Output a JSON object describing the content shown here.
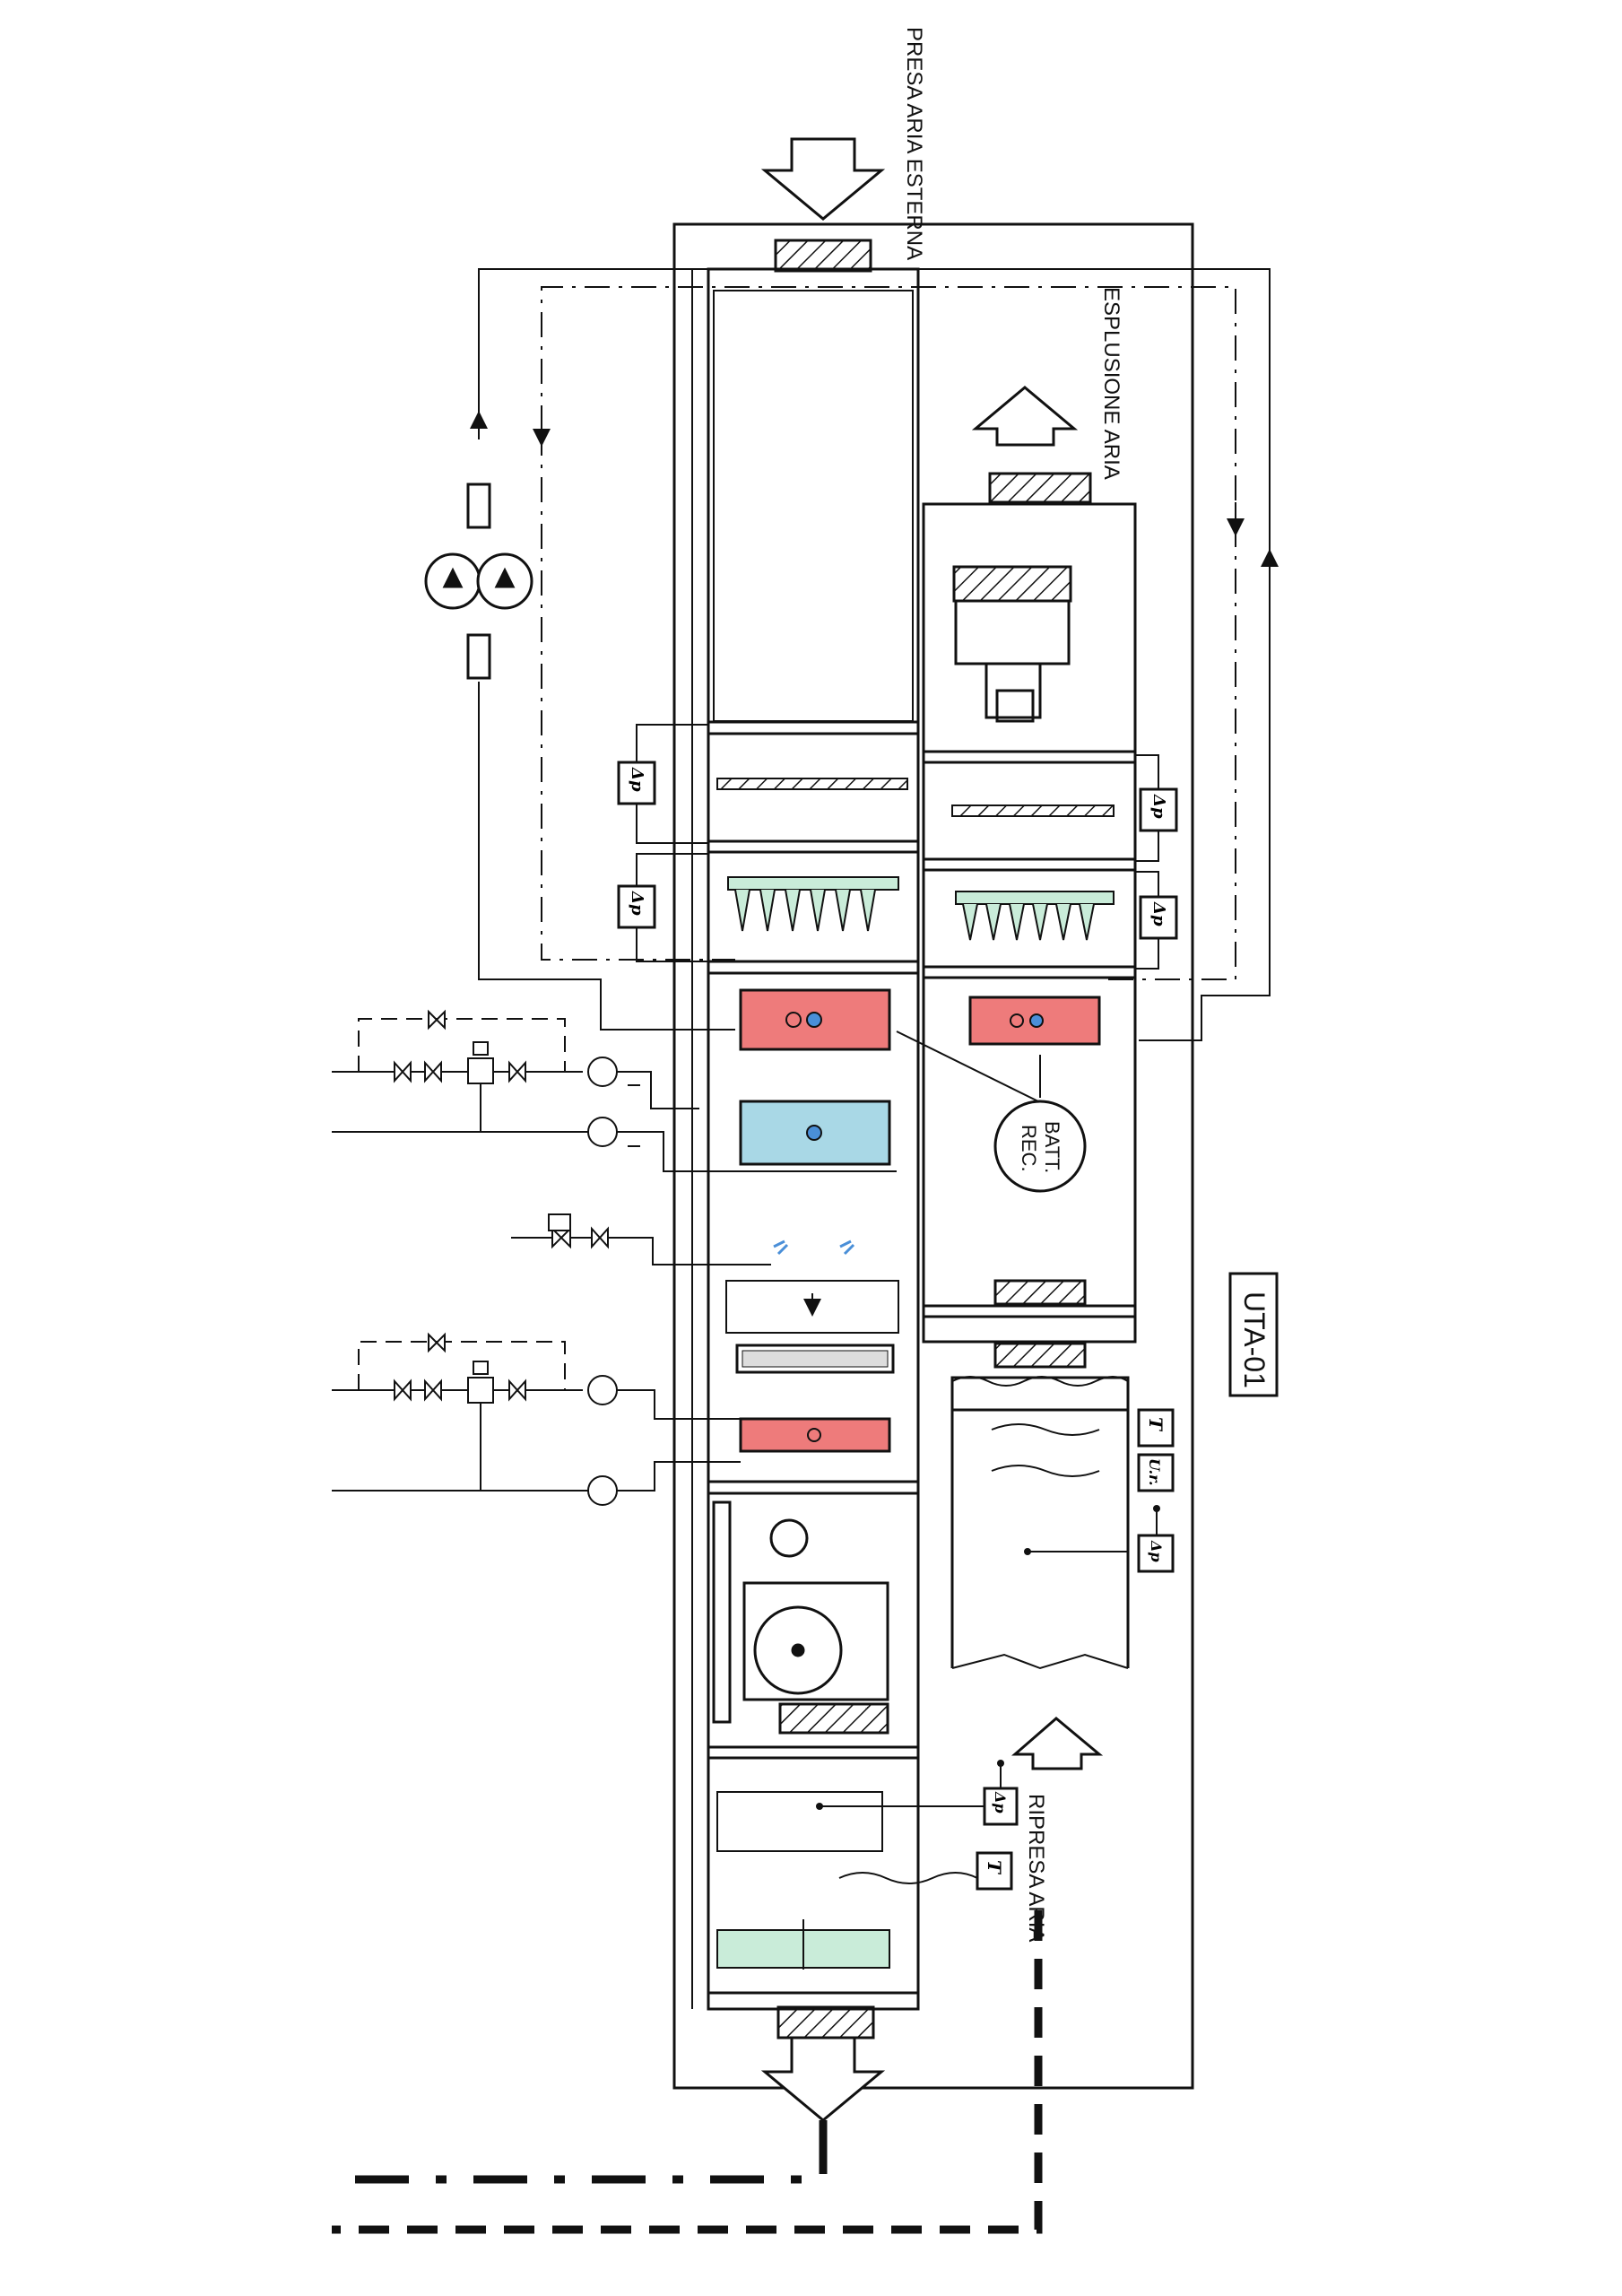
{
  "labels": {
    "fresh_air_intake": "PRESA ARIA ESTERNA",
    "air_exhaust": "ESPLUSIONE ARIA",
    "return_air": "RIPRESA ARIA",
    "recovery_coil_line1": "BATT.",
    "recovery_coil_line2": "REC.",
    "unit_id": "UTA-01"
  },
  "sensors": {
    "dp": "Δp",
    "temp": "T",
    "humidity": "U.r."
  },
  "colors": {
    "line": "#111111",
    "heating_coil": "#ee7b7b",
    "cooling_coil": "#a9d8e6",
    "filter_bag": "#c9ecd9",
    "humidifier": "#4a8fd8"
  }
}
